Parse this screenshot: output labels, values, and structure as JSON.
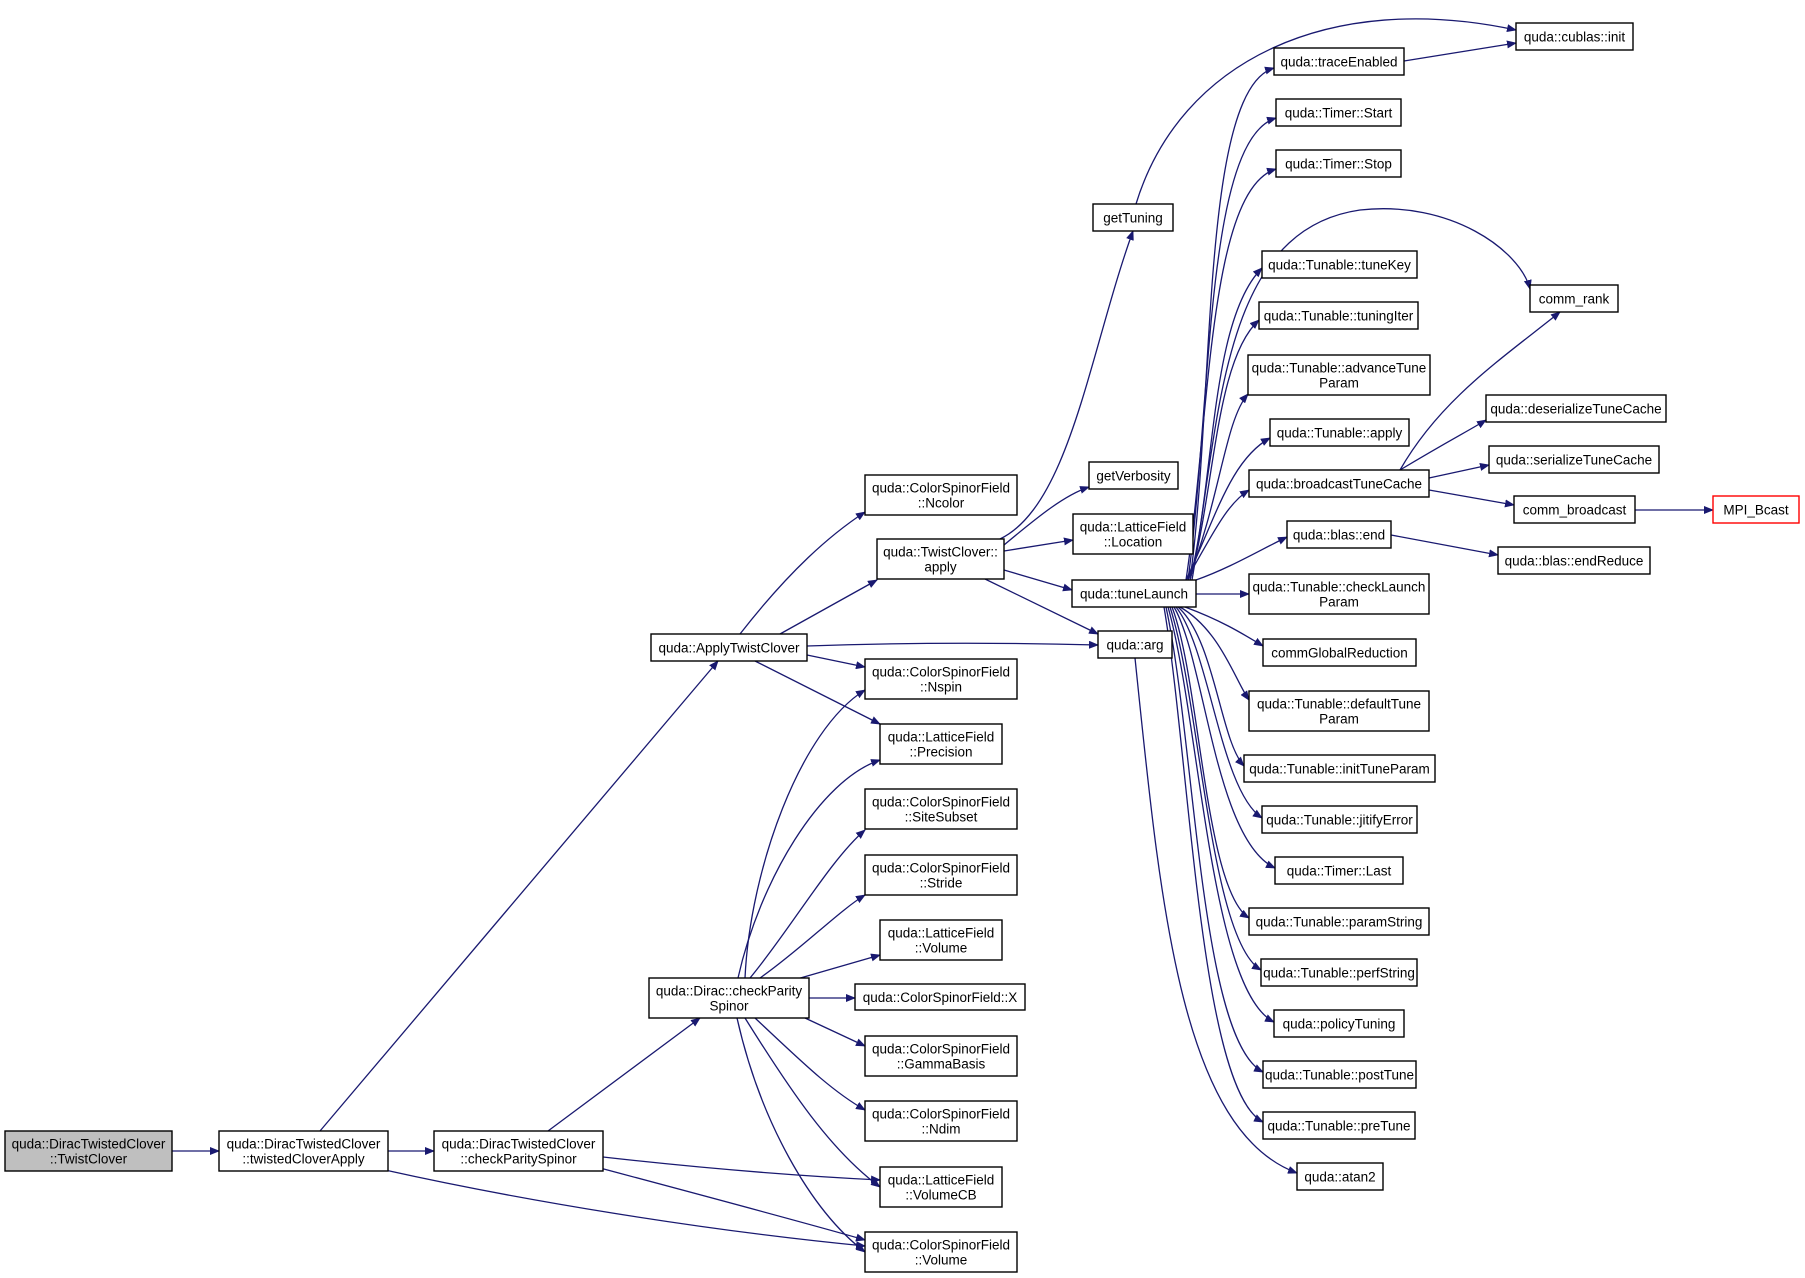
{
  "colors": {
    "edge": "#191970",
    "root_fill": "#bfbfbf",
    "node_border": "#000000",
    "truncated_border": "#ff0000"
  },
  "nodes": {
    "twistclover": {
      "lines": [
        "quda::DiracTwistedClover",
        "::TwistClover"
      ],
      "root": true
    },
    "twistedcloverapply": {
      "lines": [
        "quda::DiracTwistedClover",
        "::twistedCloverApply"
      ]
    },
    "dtc_checkparity": {
      "lines": [
        "quda::DiracTwistedClover",
        "::checkParitySpinor"
      ]
    },
    "applytwistclover": {
      "lines": [
        "quda::ApplyTwistClover"
      ]
    },
    "dirac_checkparity": {
      "lines": [
        "quda::Dirac::checkParity",
        "Spinor"
      ]
    },
    "csf_ncolor": {
      "lines": [
        "quda::ColorSpinorField",
        "::Ncolor"
      ]
    },
    "tc_apply": {
      "lines": [
        "quda::TwistClover::",
        "apply"
      ]
    },
    "csf_nspin": {
      "lines": [
        "quda::ColorSpinorField",
        "::Nspin"
      ]
    },
    "lf_precision": {
      "lines": [
        "quda::LatticeField",
        "::Precision"
      ]
    },
    "csf_sitesubset": {
      "lines": [
        "quda::ColorSpinorField",
        "::SiteSubset"
      ]
    },
    "csf_stride": {
      "lines": [
        "quda::ColorSpinorField",
        "::Stride"
      ]
    },
    "lf_volume": {
      "lines": [
        "quda::LatticeField",
        "::Volume"
      ]
    },
    "csf_x": {
      "lines": [
        "quda::ColorSpinorField::X"
      ]
    },
    "csf_gammabasis": {
      "lines": [
        "quda::ColorSpinorField",
        "::GammaBasis"
      ]
    },
    "csf_ndim": {
      "lines": [
        "quda::ColorSpinorField",
        "::Ndim"
      ]
    },
    "lf_volumecb": {
      "lines": [
        "quda::LatticeField",
        "::VolumeCB"
      ]
    },
    "csf_volume": {
      "lines": [
        "quda::ColorSpinorField",
        "::Volume"
      ]
    },
    "gettuning": {
      "lines": [
        "getTuning"
      ]
    },
    "getverbosity": {
      "lines": [
        "getVerbosity"
      ]
    },
    "lf_location": {
      "lines": [
        "quda::LatticeField",
        "::Location"
      ]
    },
    "tunelaunch": {
      "lines": [
        "quda::tuneLaunch"
      ]
    },
    "arg": {
      "lines": [
        "quda::arg"
      ]
    },
    "traceenabled": {
      "lines": [
        "quda::traceEnabled"
      ]
    },
    "timer_start": {
      "lines": [
        "quda::Timer::Start"
      ]
    },
    "timer_stop": {
      "lines": [
        "quda::Timer::Stop"
      ]
    },
    "tunekey": {
      "lines": [
        "quda::Tunable::tuneKey"
      ]
    },
    "tuningiter": {
      "lines": [
        "quda::Tunable::tuningIter"
      ]
    },
    "advancetuneparam": {
      "lines": [
        "quda::Tunable::advanceTune",
        "Param"
      ]
    },
    "tunable_apply": {
      "lines": [
        "quda::Tunable::apply"
      ]
    },
    "broadcasttunecache": {
      "lines": [
        "quda::broadcastTuneCache"
      ]
    },
    "blas_end": {
      "lines": [
        "quda::blas::end"
      ]
    },
    "checklaunchparam": {
      "lines": [
        "quda::Tunable::checkLaunch",
        "Param"
      ]
    },
    "commglobalreduction": {
      "lines": [
        "commGlobalReduction"
      ]
    },
    "defaulttuneparam": {
      "lines": [
        "quda::Tunable::defaultTune",
        "Param"
      ]
    },
    "inittuneparam": {
      "lines": [
        "quda::Tunable::initTuneParam"
      ]
    },
    "jitifyerror": {
      "lines": [
        "quda::Tunable::jitifyError"
      ]
    },
    "timer_last": {
      "lines": [
        "quda::Timer::Last"
      ]
    },
    "paramstring": {
      "lines": [
        "quda::Tunable::paramString"
      ]
    },
    "perfstring": {
      "lines": [
        "quda::Tunable::perfString"
      ]
    },
    "policytuning": {
      "lines": [
        "quda::policyTuning"
      ]
    },
    "posttune": {
      "lines": [
        "quda::Tunable::postTune"
      ]
    },
    "pretune": {
      "lines": [
        "quda::Tunable::preTune"
      ]
    },
    "atan2": {
      "lines": [
        "quda::atan2"
      ]
    },
    "cublas_init": {
      "lines": [
        "quda::cublas::init"
      ]
    },
    "comm_rank": {
      "lines": [
        "comm_rank"
      ]
    },
    "deserializetunecache": {
      "lines": [
        "quda::deserializeTuneCache"
      ]
    },
    "serializetunecache": {
      "lines": [
        "quda::serializeTuneCache"
      ]
    },
    "comm_broadcast": {
      "lines": [
        "comm_broadcast"
      ]
    },
    "mpi_bcast": {
      "lines": [
        "MPI_Bcast"
      ],
      "truncated": true
    },
    "endreduce": {
      "lines": [
        "quda::blas::endReduce"
      ]
    }
  }
}
